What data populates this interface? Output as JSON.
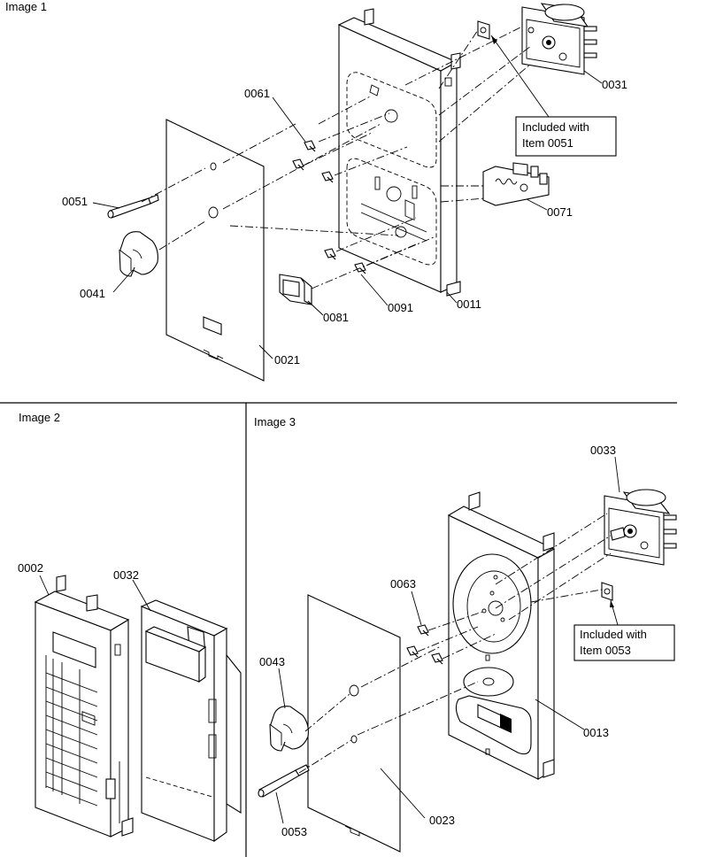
{
  "sections": [
    {
      "title": "Image 1"
    },
    {
      "title": "Image 2"
    },
    {
      "title": "Image 3"
    }
  ],
  "parts": {
    "p0061": "0061",
    "p0031": "0031",
    "p0051": "0051",
    "p0071": "0071",
    "p0041": "0041",
    "p0081": "0081",
    "p0091": "0091",
    "p0011": "0011",
    "p0021": "0021",
    "p0002": "0002",
    "p0032": "0032",
    "p0033": "0033",
    "p0063": "0063",
    "p0043": "0043",
    "p0013": "0013",
    "p0053": "0053",
    "p0023": "0023"
  },
  "notes": {
    "note1_line1": "Included with",
    "note1_line2": "Item 0051",
    "note2_line1": "Included with",
    "note2_line2": "Item 0053"
  }
}
